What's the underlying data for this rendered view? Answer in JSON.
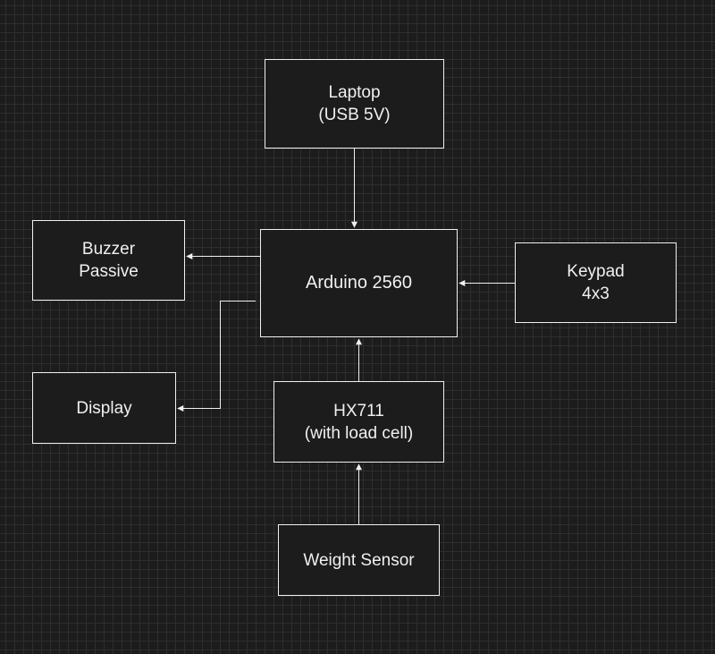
{
  "diagram": {
    "nodes": {
      "laptop": {
        "label": "Laptop\n(USB 5V)"
      },
      "buzzer": {
        "label": "Buzzer\nPassive"
      },
      "arduino": {
        "label": "Arduino 2560"
      },
      "keypad": {
        "label": "Keypad\n4x3"
      },
      "display": {
        "label": "Display"
      },
      "hx711": {
        "label": "HX711\n(with load cell)"
      },
      "weight": {
        "label": "Weight Sensor"
      }
    },
    "edges": [
      {
        "from": "laptop",
        "to": "arduino"
      },
      {
        "from": "arduino",
        "to": "buzzer"
      },
      {
        "from": "keypad",
        "to": "arduino"
      },
      {
        "from": "arduino",
        "to": "display"
      },
      {
        "from": "hx711",
        "to": "arduino"
      },
      {
        "from": "weight",
        "to": "hx711"
      }
    ],
    "colors": {
      "background": "#1c1c1c",
      "stroke": "#f0f0f0",
      "text": "#f0f0f0"
    }
  }
}
